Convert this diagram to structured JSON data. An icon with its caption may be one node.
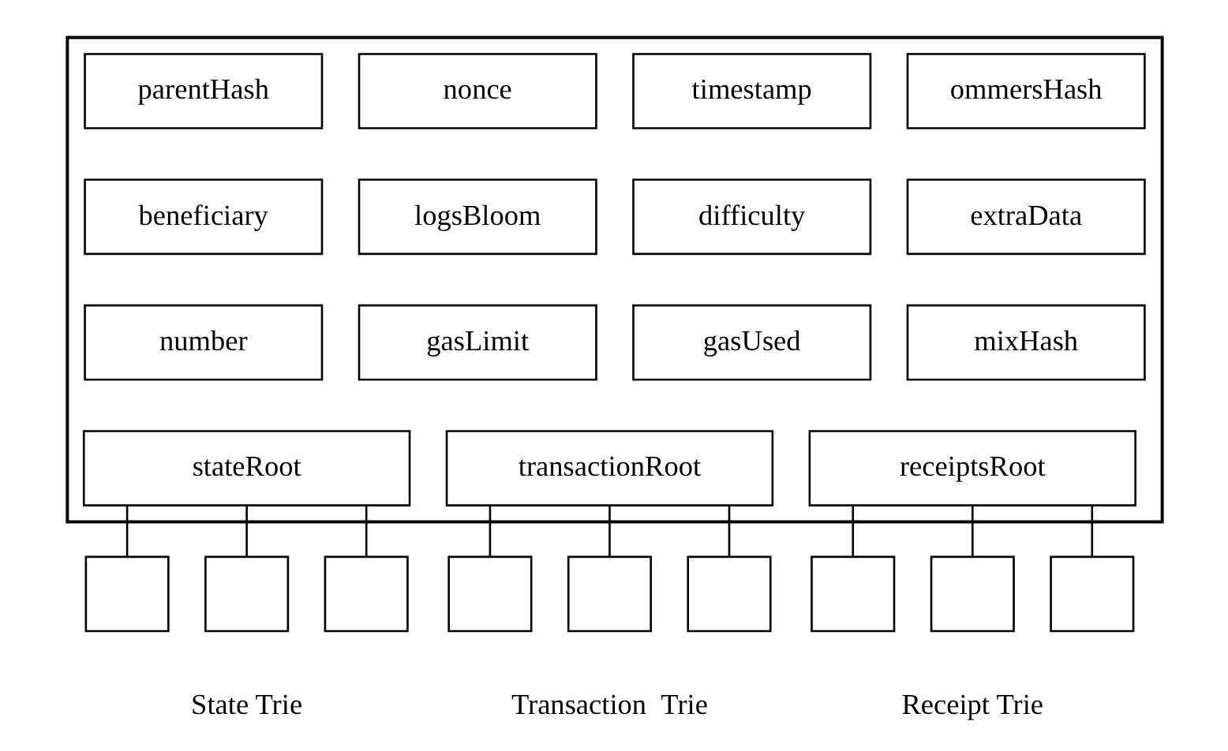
{
  "diagram": {
    "nodes": [
      {
        "text": [],
        "shape": "box"
      },
      {
        "text": [
          "parentHash"
        ],
        "in": 0
      },
      {
        "text": [
          "nonce"
        ],
        "in": 0
      },
      {
        "text": [
          "timestamp"
        ],
        "in": 0
      },
      {
        "text": [
          "ommersHash"
        ],
        "in": 0
      },
      {
        "text": [
          "beneficiary"
        ],
        "in": 0
      },
      {
        "text": [
          "logsBloom"
        ],
        "in": 0
      },
      {
        "text": [
          "difficulty"
        ],
        "in": 0
      },
      {
        "text": [
          "extraData"
        ],
        "in": 0
      },
      {
        "text": [
          "number"
        ],
        "in": 0
      },
      {
        "text": [
          "gasLimit"
        ],
        "in": 0
      },
      {
        "text": [
          "gasUsed"
        ],
        "in": 0
      },
      {
        "text": [
          "mixHash"
        ],
        "in": 0
      },
      {
        "text": [
          "stateRoot"
        ],
        "in": 0
      },
      {
        "text": [
          "transactionRoot"
        ],
        "in": 0
      },
      {
        "text": [
          "receiptsRoot"
        ],
        "in": 0
      },
      {
        "text": [],
        "shape": "box"
      },
      {
        "text": [],
        "shape": "box"
      },
      {
        "text": [],
        "shape": "box"
      },
      {
        "text": [],
        "shape": "box"
      },
      {
        "text": [],
        "shape": "box"
      },
      {
        "text": [],
        "shape": "box"
      },
      {
        "text": [],
        "shape": "box"
      },
      {
        "text": [],
        "shape": "box"
      },
      {
        "text": [],
        "shape": "box"
      }
    ],
    "edges": [
      {
        "from": 13,
        "to": 16,
        "arrow": "none"
      },
      {
        "from": 13,
        "to": 17,
        "arrow": "none"
      },
      {
        "from": 13,
        "to": 18,
        "arrow": "none"
      },
      {
        "from": 14,
        "to": 19,
        "arrow": "none"
      },
      {
        "from": 14,
        "to": 20,
        "arrow": "none"
      },
      {
        "from": 14,
        "to": 21,
        "arrow": "none"
      },
      {
        "from": 15,
        "to": 22,
        "arrow": "none"
      },
      {
        "from": 15,
        "to": 23,
        "arrow": "none"
      },
      {
        "from": 15,
        "to": 24,
        "arrow": "none"
      }
    ],
    "labels": [
      "State Trie",
      "Transaction  Trie",
      "Receipt Trie"
    ]
  }
}
